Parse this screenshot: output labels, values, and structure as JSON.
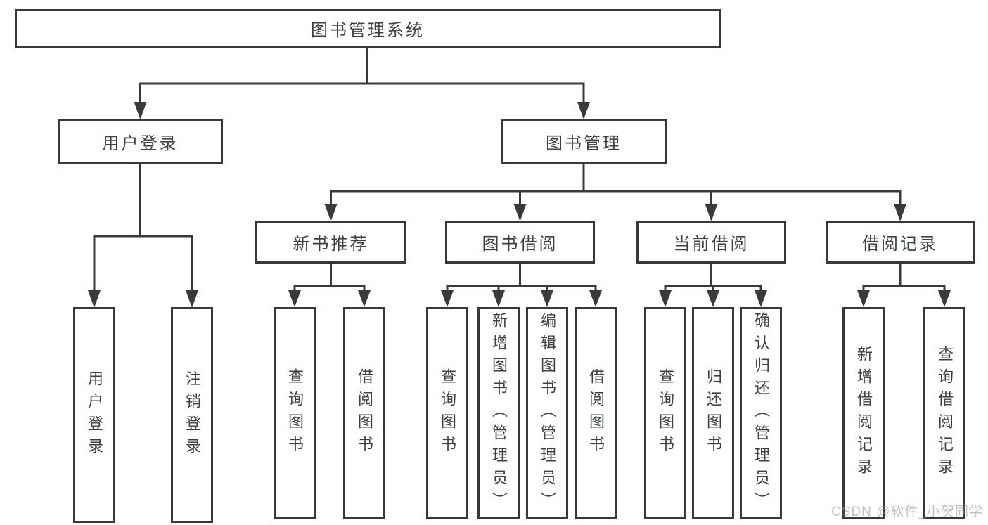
{
  "tree": {
    "label": "图书管理系统",
    "children": [
      {
        "label": "用户登录",
        "children": [
          {
            "label": "用户登录"
          },
          {
            "label": "注销登录"
          }
        ]
      },
      {
        "label": "图书管理",
        "children": [
          {
            "label": "新书推荐",
            "children": [
              {
                "label": "查询图书"
              },
              {
                "label": "借阅图书"
              }
            ]
          },
          {
            "label": "图书借阅",
            "children": [
              {
                "label": "查询图书"
              },
              {
                "label": "新增图书（管理员）"
              },
              {
                "label": "编辑图书（管理员）"
              },
              {
                "label": "借阅图书"
              }
            ]
          },
          {
            "label": "当前借阅",
            "children": [
              {
                "label": "查询图书"
              },
              {
                "label": "归还图书"
              },
              {
                "label": "确认归还（管理员）"
              }
            ]
          },
          {
            "label": "借阅记录",
            "children": [
              {
                "label": "新增借阅记录"
              },
              {
                "label": "查询借阅记录"
              }
            ]
          }
        ]
      }
    ]
  },
  "watermark": {
    "text": "CSDN @软件_小贺同学"
  },
  "colors": {
    "line": "#3a3a3a",
    "border": "#383838",
    "text": "#3e4144",
    "watermark": "#8f8f8f",
    "background": "#ffffff"
  }
}
